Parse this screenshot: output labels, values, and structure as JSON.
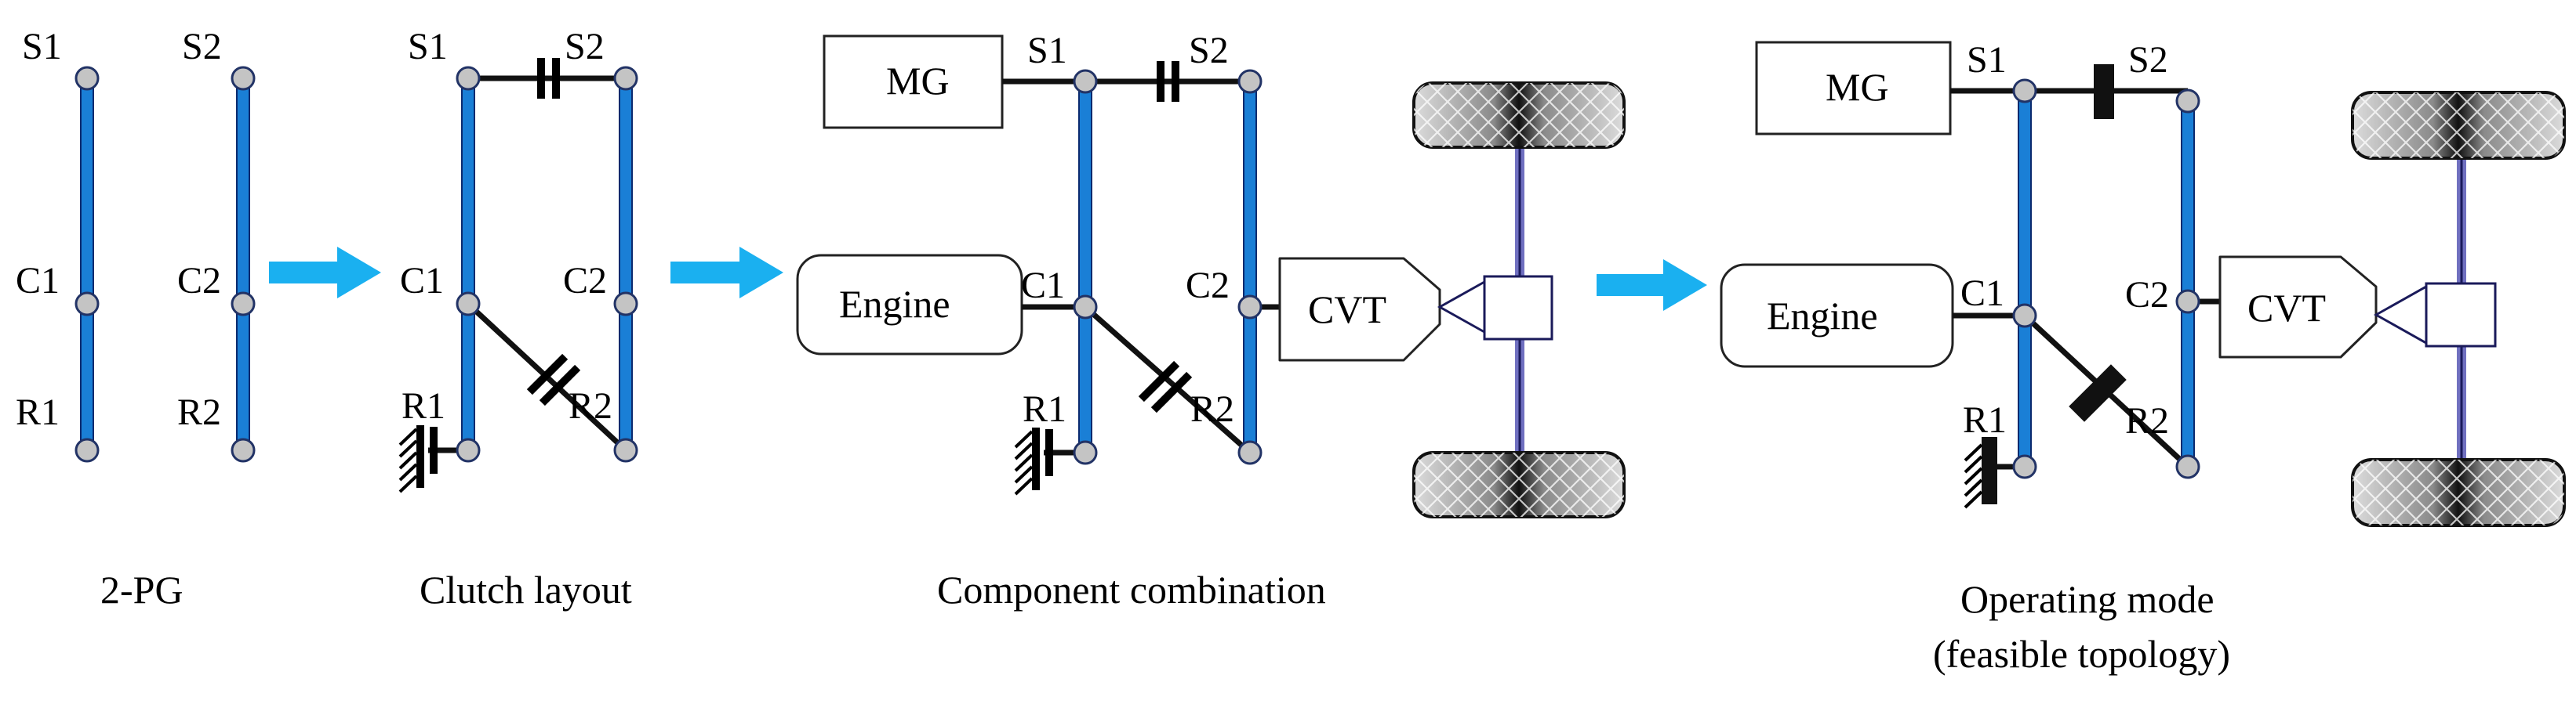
{
  "colors": {
    "lever": "#1a7fd6",
    "lever_edge": "#0b2a6e",
    "node_fill": "#c4c4c4",
    "node_edge": "#223366",
    "arrow": "#1ab0f0",
    "link": "#111111",
    "box_stroke": "#222222",
    "tire_dark": "#1c1c1c",
    "tire_light": "#d0d0d0",
    "axle": "#7070c0",
    "axle_core": "#1a1a5a"
  },
  "stage1": {
    "caption": "2-PG",
    "S1": "S1",
    "C1": "C1",
    "R1": "R1",
    "S2": "S2",
    "C2": "C2",
    "R2": "R2"
  },
  "stage2": {
    "caption": "Clutch layout",
    "S1": "S1",
    "C1": "C1",
    "R1": "R1",
    "S2": "S2",
    "C2": "C2",
    "R2": "R2"
  },
  "stage3": {
    "caption": "Component combination",
    "mg": "MG",
    "engine": "Engine",
    "cvt": "CVT",
    "S1": "S1",
    "C1": "C1",
    "R1": "R1",
    "S2": "S2",
    "C2": "C2",
    "R2": "R2"
  },
  "stage4": {
    "caption_line1": "Operating mode",
    "caption_line2": "(feasible topology)",
    "mg": "MG",
    "engine": "Engine",
    "cvt": "CVT",
    "S1": "S1",
    "C1": "C1",
    "R1": "R1",
    "S2": "S2",
    "C2": "C2",
    "R2": "R2"
  }
}
